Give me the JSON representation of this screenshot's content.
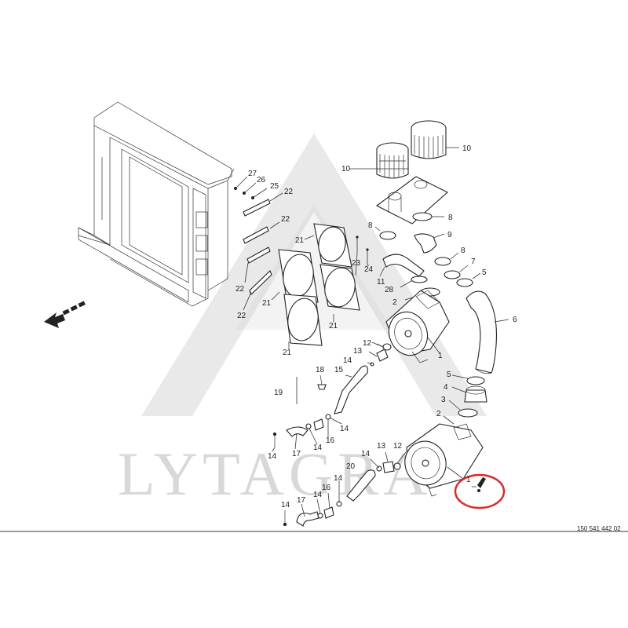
{
  "watermark": {
    "text": "LYTAGRA"
  },
  "drawing_number": "150 541 442 02",
  "callouts": [
    {
      "id": "c10a",
      "text": "10"
    },
    {
      "id": "c10b",
      "text": "10"
    },
    {
      "id": "c27",
      "text": "27"
    },
    {
      "id": "c26",
      "text": "26"
    },
    {
      "id": "c25",
      "text": "25"
    },
    {
      "id": "c22a",
      "text": "22"
    },
    {
      "id": "c22b",
      "text": "22"
    },
    {
      "id": "c22c",
      "text": "22"
    },
    {
      "id": "c22d",
      "text": "22"
    },
    {
      "id": "c8a",
      "text": "8"
    },
    {
      "id": "c8b",
      "text": "8"
    },
    {
      "id": "c8c",
      "text": "8"
    },
    {
      "id": "c9",
      "text": "9"
    },
    {
      "id": "c7",
      "text": "7"
    },
    {
      "id": "c5a",
      "text": "5"
    },
    {
      "id": "c5b",
      "text": "5"
    },
    {
      "id": "c6",
      "text": "6"
    },
    {
      "id": "c23",
      "text": "23"
    },
    {
      "id": "c24",
      "text": "24"
    },
    {
      "id": "c11",
      "text": "11"
    },
    {
      "id": "c28",
      "text": "28"
    },
    {
      "id": "c2a",
      "text": "2"
    },
    {
      "id": "c2b",
      "text": "2"
    },
    {
      "id": "c21a",
      "text": "21"
    },
    {
      "id": "c21b",
      "text": "21"
    },
    {
      "id": "c21c",
      "text": "21"
    },
    {
      "id": "c21d",
      "text": "21"
    },
    {
      "id": "c1a",
      "text": "1"
    },
    {
      "id": "c1b",
      "text": "1"
    },
    {
      "id": "c12a",
      "text": "12"
    },
    {
      "id": "c12b",
      "text": "12"
    },
    {
      "id": "c13a",
      "text": "13"
    },
    {
      "id": "c13b",
      "text": "13"
    },
    {
      "id": "c14a",
      "text": "14"
    },
    {
      "id": "c14b",
      "text": "14"
    },
    {
      "id": "c14c",
      "text": "14"
    },
    {
      "id": "c14d",
      "text": "14"
    },
    {
      "id": "c14e",
      "text": "14"
    },
    {
      "id": "c14f",
      "text": "14"
    },
    {
      "id": "c14g",
      "text": "14"
    },
    {
      "id": "c15",
      "text": "15"
    },
    {
      "id": "c18",
      "text": "18"
    },
    {
      "id": "c19",
      "text": "19"
    },
    {
      "id": "c16a",
      "text": "16"
    },
    {
      "id": "c16b",
      "text": "16"
    },
    {
      "id": "c17a",
      "text": "17"
    },
    {
      "id": "c17b",
      "text": "17"
    },
    {
      "id": "c20",
      "text": "20"
    },
    {
      "id": "c4",
      "text": "4"
    },
    {
      "id": "c3",
      "text": "3"
    }
  ],
  "colors": {
    "line": "#222222",
    "watermark": "#d8d8d8",
    "highlight_circle": "#d92b2b"
  }
}
